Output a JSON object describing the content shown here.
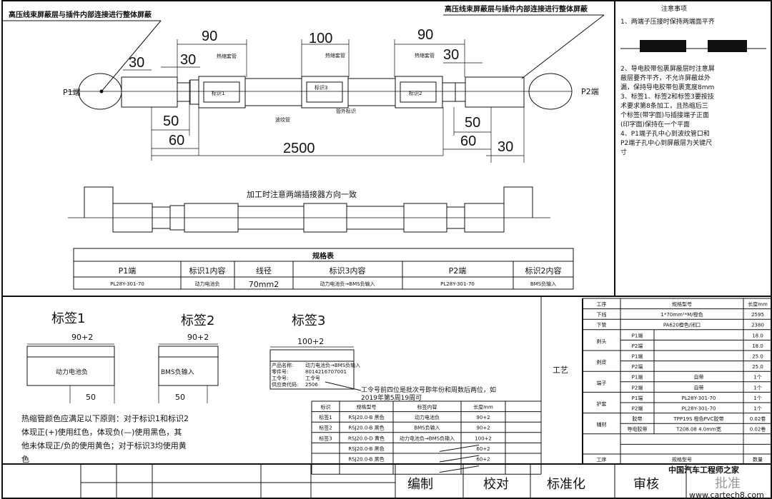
{
  "header": {
    "left_note": "高压线束屏蔽层与插件内部连接进行整体屏蔽",
    "right_note": "高压线束屏蔽层与插件内部连接进行整体屏蔽"
  },
  "drawing": {
    "p1": "P1端",
    "p2": "P2端",
    "label1_tag": "标识1",
    "label2_tag": "标识2",
    "label3_tag": "标识3",
    "heat_shrink": "热缩套管",
    "heat_shrink2": "热缩套管",
    "heat_shrink3": "热缩套管",
    "corrugated": "波纹管",
    "label_tube": "管外标识",
    "dims": {
      "d90_left": "90",
      "d100": "100",
      "d90_right": "90",
      "d30_a": "30",
      "d30_b": "30",
      "d30_c": "30",
      "d30_d": "30",
      "d50_left": "50",
      "d60_left": "60",
      "d2500": "2500",
      "d50_right": "50",
      "d60_right": "60"
    },
    "assembly_note": "加工时注意两端插接器方向一致"
  },
  "notes": {
    "title": "注意事项",
    "n1": "1、两端子压接时保持两端面平齐",
    "n2": [
      "2、导电胶带包裹屏蔽层时注意屏",
      "蔽层要齐平齐，不允许屏蔽丝外",
      "漏，保持导电胶带包裹宽度8mm"
    ],
    "n3": [
      "3、标签1、标签2和标签3要按技",
      "术要求第8条加工，且热缩后三",
      "个标签(带字面)与插接端子正面",
      "(印字面)保持在一个平面"
    ],
    "n4": [
      "4、P1端子孔中心到波纹管口和",
      "P2端子孔中心到屏蔽层为关键尺",
      "寸"
    ]
  },
  "spec_table": {
    "title": "规格表",
    "headers": [
      "P1端",
      "标识1内容",
      "线径",
      "标识3内容",
      "P2端",
      "标识2内容"
    ],
    "row": [
      "PL28Y-301-70",
      "动力电池负",
      "70mm2",
      "动力电池负→BMS负输入",
      "PL28Y-301-70",
      "BMS负输入"
    ]
  },
  "labels": {
    "l1": {
      "title": "标签1",
      "width": "90+2",
      "text": "动力电池负",
      "offset": "50"
    },
    "l2": {
      "title": "标签2",
      "width": "90+2",
      "text": "BMS负输入",
      "offset": "50"
    },
    "l3": {
      "title": "标签3",
      "width": "100+2",
      "lines": [
        "产品名称:",
        "动力电池负→BMS负输入",
        "零件号:",
        "8014216707001",
        "工令号:",
        "工令号",
        "供应商代码:",
        "2506"
      ]
    },
    "l3_note": [
      "工令号前四位是批次号即年份和周数后两位，如",
      "2019年第5周19周可"
    ]
  },
  "rule_text": [
    "热缩管颜色应满足以下原则：对于标识1和标识2",
    "体现正(+)使用红色，体现负(—)使用黑色，其",
    "他未体现正/负的使用黄色；对于标识3均使用黄",
    "色"
  ],
  "label_table": {
    "headers": [
      "标识",
      "规格型号",
      "标签内容",
      "长度mm"
    ],
    "rows": [
      [
        "标签1",
        "RSJ20.0-B 黑色",
        "动力电池负",
        "90+2"
      ],
      [
        "标签2",
        "RSJ20.0-B 黑色",
        "BMS负输入",
        "90+2"
      ],
      [
        "标签3",
        "RSJ20.0-D 黄色",
        "动力电池负→BMS负输入",
        "100+2"
      ],
      [
        "",
        "RSJ20.0-B 黑色",
        "",
        "60+2"
      ],
      [
        "",
        "RSJ20.0-B 黑色",
        "",
        "60+2"
      ]
    ]
  },
  "process": {
    "label": "工艺",
    "headers": [
      "工序",
      "规格型号",
      "长度mm"
    ],
    "cut_wire": [
      "下线",
      "1*70mm²*M/橙色",
      "2595"
    ],
    "cut_tube": [
      "下管",
      "PA620橙色/闭口",
      "2380"
    ],
    "groups": [
      {
        "name": "剥头",
        "rows": [
          [
            "P1端",
            "",
            "18.0"
          ],
          [
            "P2端",
            "",
            "18.0"
          ]
        ]
      },
      {
        "name": "剥皮",
        "rows": [
          [
            "P1端",
            "",
            "25.0"
          ],
          [
            "P2端",
            "",
            "25.0"
          ]
        ]
      },
      {
        "name": "端子",
        "rows": [
          [
            "P1端",
            "自带",
            "1个"
          ],
          [
            "P2端",
            "自带",
            "1个"
          ]
        ]
      },
      {
        "name": "护套",
        "rows": [
          [
            "P1端",
            "PL28Y-301-70",
            "1个"
          ],
          [
            "P2端",
            "PL28Y-301-70",
            "1个"
          ]
        ]
      },
      {
        "name": "辅材",
        "rows": [
          [
            "胶带",
            "TPP19S 橙色PVC胶带",
            "0.02卷"
          ],
          [
            "导电胶带",
            "T208.08  4.0mm宽",
            "0.02卷"
          ]
        ]
      }
    ],
    "footer": [
      "工序",
      "规格型号",
      "数量"
    ]
  },
  "title_block": {
    "compile": "编制",
    "check": "校对",
    "standardize": "标准化",
    "review": "审核",
    "approve": "批准"
  },
  "watermark": {
    "cn": "中国汽车工程师之家",
    "url": "www.cartech8.com"
  }
}
